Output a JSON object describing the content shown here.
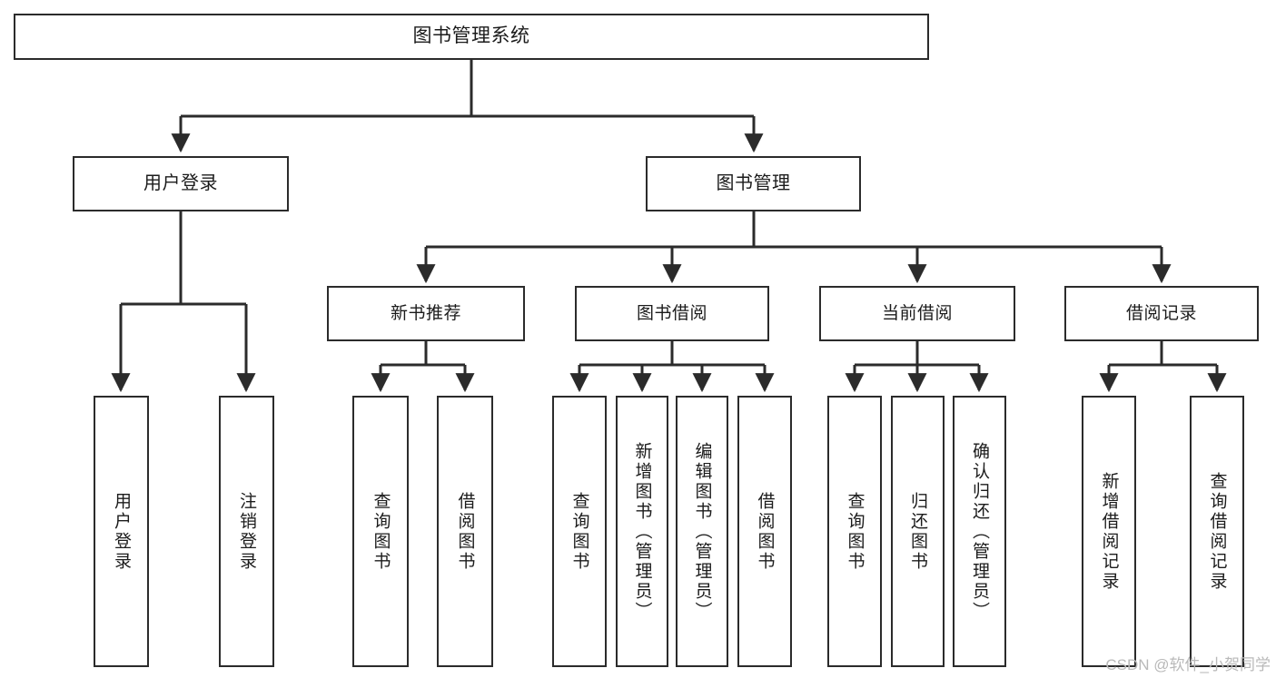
{
  "diagram": {
    "title": "图书管理系统",
    "type": "tree-hierarchy",
    "watermark": "CSDN @软件_小贺同学",
    "colors": {
      "stroke": "#2b2b2b",
      "fill": "#ffffff",
      "text": "#1b1b1b",
      "watermark": "#b9b9b9"
    }
  },
  "nodes": {
    "root": {
      "label": "图书管理系统"
    },
    "level2": [
      {
        "id": "user-login",
        "label": "用户登录"
      },
      {
        "id": "book-manage",
        "label": "图书管理"
      }
    ],
    "level3": [
      {
        "id": "new-book-recommend",
        "label": "新书推荐"
      },
      {
        "id": "book-borrow",
        "label": "图书借阅"
      },
      {
        "id": "current-borrow",
        "label": "当前借阅"
      },
      {
        "id": "borrow-record",
        "label": "借阅记录"
      }
    ],
    "leaves": {
      "user-login": [
        {
          "id": "leaf-user-login",
          "label": "用户登录"
        },
        {
          "id": "leaf-logout-login",
          "label": "注销登录"
        }
      ],
      "new-book-recommend": [
        {
          "id": "leaf-query-book-1",
          "label": "查询图书"
        },
        {
          "id": "leaf-borrow-book-1",
          "label": "借阅图书"
        }
      ],
      "book-borrow": [
        {
          "id": "leaf-query-book-2",
          "label": "查询图书"
        },
        {
          "id": "leaf-add-book",
          "label": "新增图书（管理员）"
        },
        {
          "id": "leaf-edit-book",
          "label": "编辑图书（管理员）"
        },
        {
          "id": "leaf-borrow-book-2",
          "label": "借阅图书"
        }
      ],
      "current-borrow": [
        {
          "id": "leaf-query-book-3",
          "label": "查询图书"
        },
        {
          "id": "leaf-return-book",
          "label": "归还图书"
        },
        {
          "id": "leaf-confirm-return",
          "label": "确认归还（管理员）"
        }
      ],
      "borrow-record": [
        {
          "id": "leaf-add-record",
          "label": "新增借阅记录"
        },
        {
          "id": "leaf-query-record",
          "label": "查询借阅记录"
        }
      ]
    }
  }
}
